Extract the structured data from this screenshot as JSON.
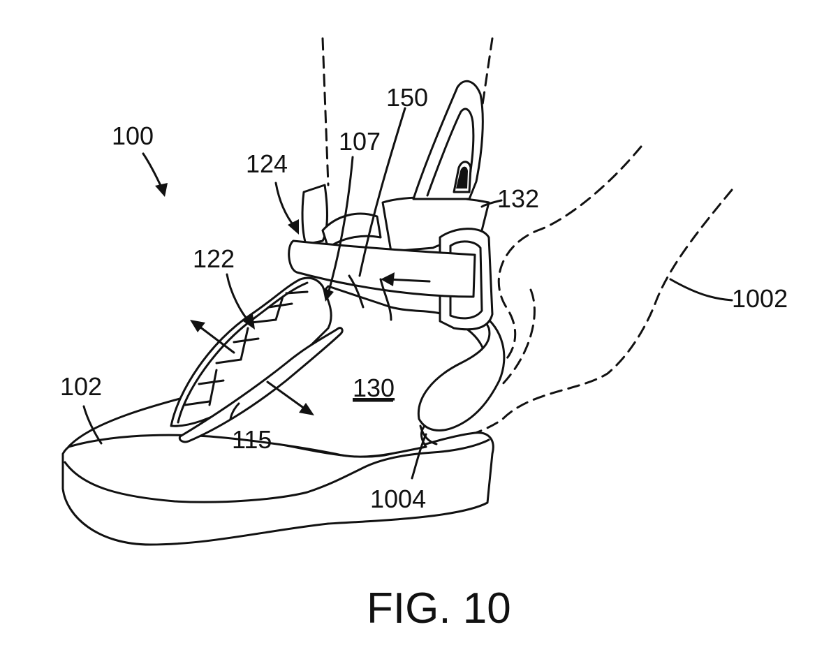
{
  "figure_label": "FIG. 10",
  "colors": {
    "ink": "#111111",
    "paper": "#ffffff"
  },
  "reference_labels": {
    "shoe_assembly": "100",
    "toe_region": "102",
    "region_107": "107",
    "region_115": "115",
    "region_122": "122",
    "region_124": "124",
    "upper": "130",
    "collar": "132",
    "region_150": "150",
    "wearer_foot": "1002",
    "heel_contact": "1004"
  }
}
